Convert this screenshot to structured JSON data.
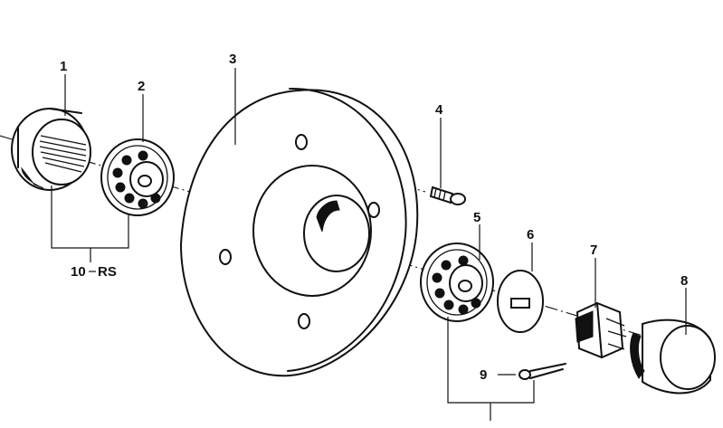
{
  "callouts": {
    "c1": "1",
    "c2": "2",
    "c3": "3",
    "c4": "4",
    "c5": "5",
    "c6": "6",
    "c7": "7",
    "c8": "8",
    "c9": "9",
    "c10": "10",
    "c10_suffix": "RS"
  }
}
